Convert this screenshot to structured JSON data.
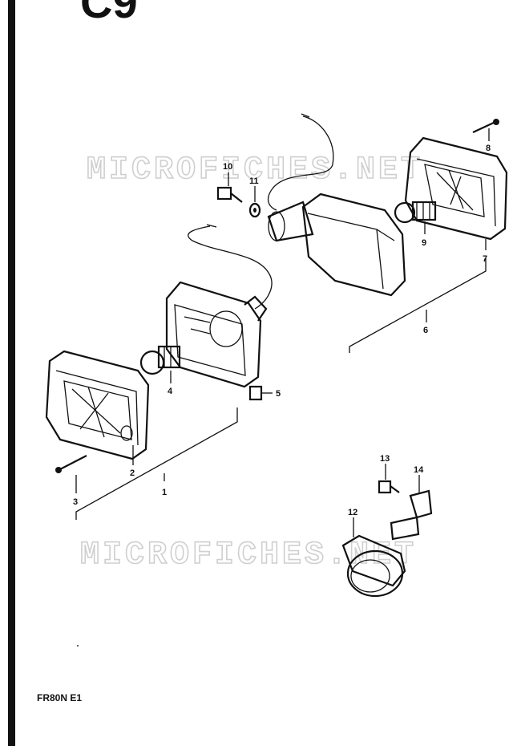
{
  "page_code": "C9",
  "model_label": "FR80N E1",
  "watermark_top": "MICROFICHES.NET",
  "watermark_bottom": "MICROFICHES.NET",
  "callouts": {
    "p1": "1",
    "p2": "2",
    "p3": "3",
    "p4": "4",
    "p5": "5",
    "p6": "6",
    "p7": "7",
    "p8": "8",
    "p9": "9",
    "p10": "10",
    "p11": "11",
    "p12": "12",
    "p13": "13",
    "p14": "14"
  }
}
